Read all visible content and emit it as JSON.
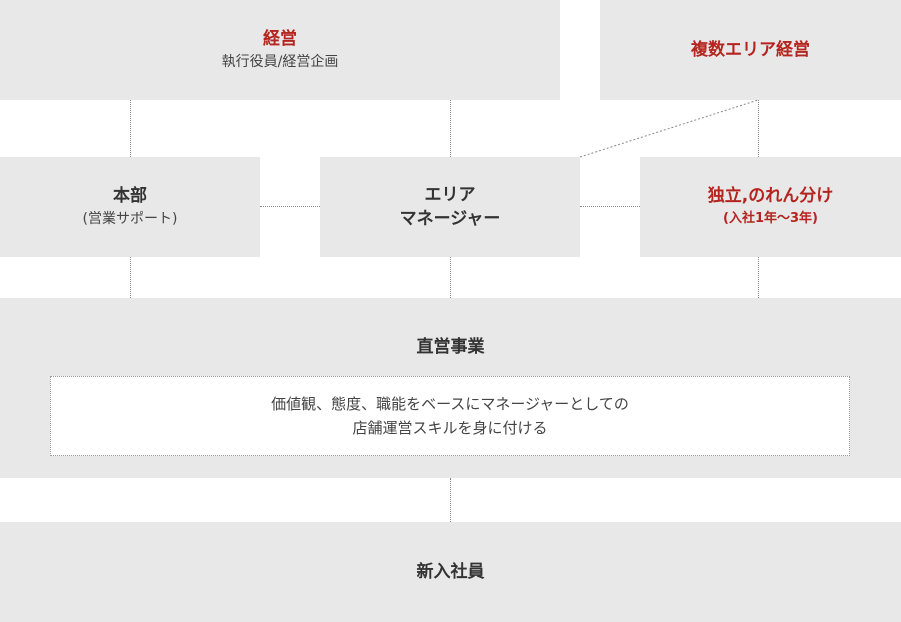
{
  "nodes": {
    "keiei": {
      "title": "経営",
      "sub": "執行役員/経営企画"
    },
    "multi_area": {
      "title": "複数エリア経営"
    },
    "honbu": {
      "title": "本部",
      "sub": "(営業サポート)"
    },
    "area_manager": {
      "title_line1": "エリア",
      "title_line2": "マネージャー"
    },
    "independent": {
      "title": "独立,のれん分け",
      "sub": "(入社1年〜3年)"
    },
    "direct": {
      "title": "直営事業",
      "desc_line1": "価値観、態度、職能をベースにマネージャーとしての",
      "desc_line2": "店舗運営スキルを身に付ける"
    },
    "new_hire": {
      "title": "新入社員"
    }
  },
  "colors": {
    "box_bg": "#e8e8e8",
    "accent_red": "#b5251f",
    "text": "#333333",
    "connector": "#8a8a8a"
  }
}
